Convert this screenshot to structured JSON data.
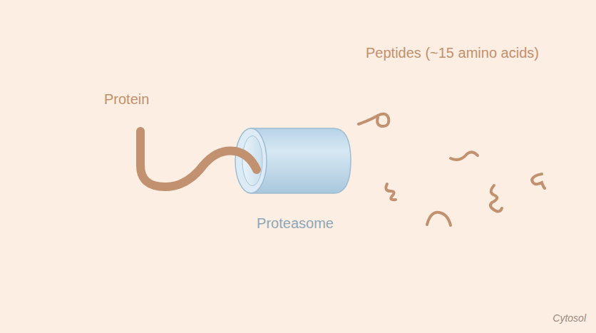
{
  "diagram": {
    "labels": [
      "Protein",
      "Proteasome",
      "Peptides (~15 amino acids)",
      "Cytosol"
    ]
  }
}
